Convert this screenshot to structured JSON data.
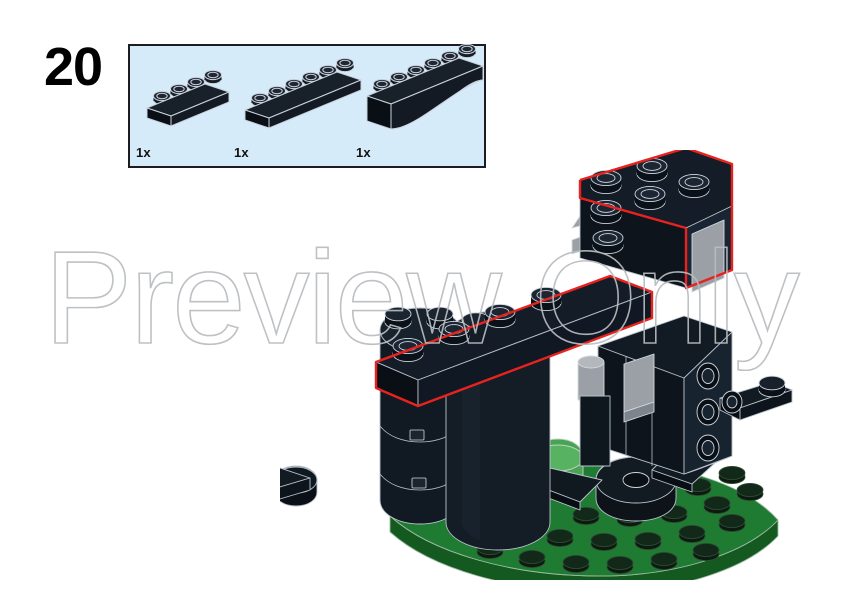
{
  "document": {
    "kind": "lego-building-instruction-step",
    "background_color": "#ffffff"
  },
  "step": {
    "number": "20",
    "label_name": "step-number"
  },
  "parts_callout": {
    "background_color": "#d6ebfa",
    "border_color": "#1d1d20",
    "parts": [
      {
        "quantity": "1x",
        "part_name": "plate-1x4",
        "description": "Plate 1 x 4",
        "color_name": "Black",
        "color_hex": "#10161c",
        "studs": 4
      },
      {
        "quantity": "1x",
        "part_name": "plate-1x6",
        "description": "Plate 1 x 6",
        "color_name": "Black",
        "color_hex": "#10161c",
        "studs": 6
      },
      {
        "quantity": "1x",
        "part_name": "brick-arch-1x6",
        "description": "Brick Arch 1 x 6",
        "color_name": "Black",
        "color_hex": "#10161c",
        "studs": 6
      }
    ]
  },
  "watermark": {
    "text": "Preview Only",
    "stroke_color": "#b9bcc0"
  },
  "model": {
    "name": "assembly-preview",
    "description": "Partially built black tower assembly on a round green baseplate",
    "highlight_color": "#e8231f",
    "colors": {
      "black_brick": "#10161c",
      "black_brick_light": "#1b2430",
      "black_brick_dark": "#080c11",
      "green_base": "#1f7a32",
      "green_base_dark": "#176026",
      "green_base_light": "#4aa355",
      "light_gray": "#9aa0a6",
      "light_gray_dark": "#7d848b",
      "outline": "#c9d2dc"
    },
    "elements": [
      {
        "name": "round-baseplate-green",
        "note": "Green round 8x8 baseplate with studs"
      },
      {
        "name": "black-cylinder-column-left",
        "note": "Tall black cylindrical column"
      },
      {
        "name": "black-cylinder-column-rear",
        "note": "Second black cylindrical column behind"
      },
      {
        "name": "technic-brick-right",
        "note": "Black technic brick with pin holes"
      },
      {
        "name": "plate-1x4-new",
        "note": "Newly added 1x4 plate, red outlined"
      },
      {
        "name": "plate-1x6-new",
        "note": "Newly added 1x6 plate, red outlined"
      },
      {
        "name": "arch-brick-new",
        "note": "Newly added 1x6 arch brick, red outlined"
      },
      {
        "name": "black-plate-front-left",
        "note": "Black plate with rounded end at front left"
      },
      {
        "name": "black-round-tile",
        "note": "Black round tile on baseplate"
      },
      {
        "name": "gray-slope-detail",
        "note": "Light gray slope/plate detail"
      }
    ]
  }
}
